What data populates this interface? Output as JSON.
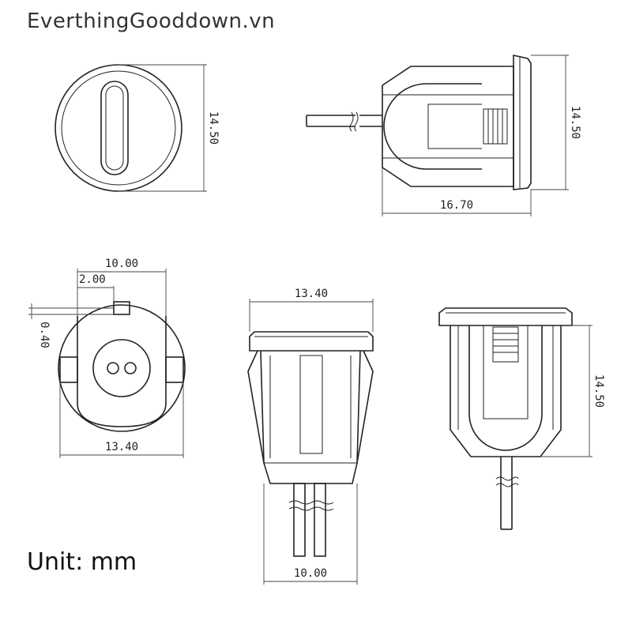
{
  "header": {
    "watermark": "EverthingGooddown.vn"
  },
  "footer": {
    "unit_label": "Unit: mm"
  },
  "dimensions": {
    "top_view_height": "14.50",
    "side_view_height": "14.50",
    "side_view_length": "16.70",
    "bottom_view_width": "10.00",
    "bottom_view_spacing": "2.00",
    "bottom_view_offset": "0.40",
    "bottom_view_outer_width": "13.40",
    "front_view_top_width": "13.40",
    "front_view_bottom_width": "10.00",
    "side_view2_height": "14.50"
  }
}
